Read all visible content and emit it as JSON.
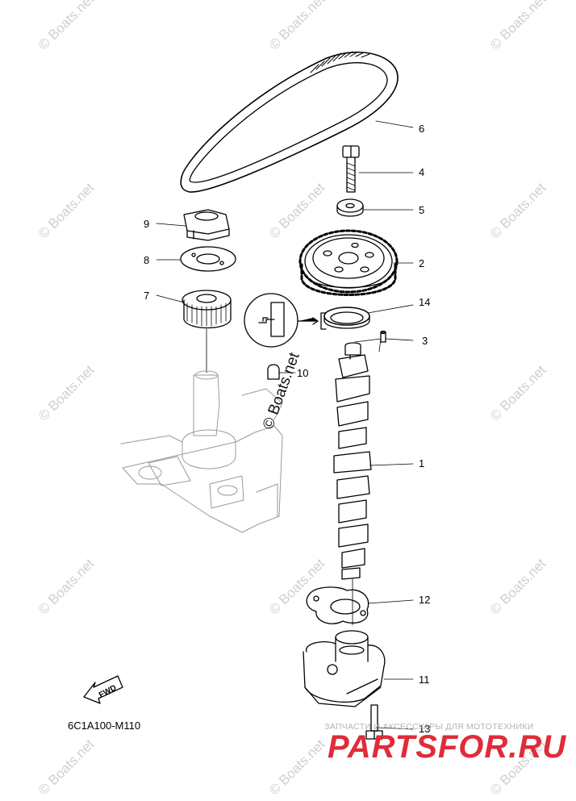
{
  "watermark": "© Boats.net",
  "watermark_center": "© Boats.net",
  "diagram_code": "6C1A100-M110",
  "fwd_label": "FWD",
  "shop": {
    "subtitle": "ЗАПЧАСТИ И АКСЕССУАРЫ ДЛЯ МОТОТЕХНИКИ",
    "brand": "PARTSFOR.RU"
  },
  "callouts": {
    "c1": "1",
    "c2": "2",
    "c3": "3",
    "c4": "4",
    "c5": "5",
    "c6": "6",
    "c7": "7",
    "c8": "8",
    "c9": "9",
    "c10": "10",
    "c11": "11",
    "c12": "12",
    "c13": "13",
    "c14": "14"
  },
  "colors": {
    "line": "#000000",
    "watermark": "#cfcfcf",
    "brand": "#e02c39"
  }
}
